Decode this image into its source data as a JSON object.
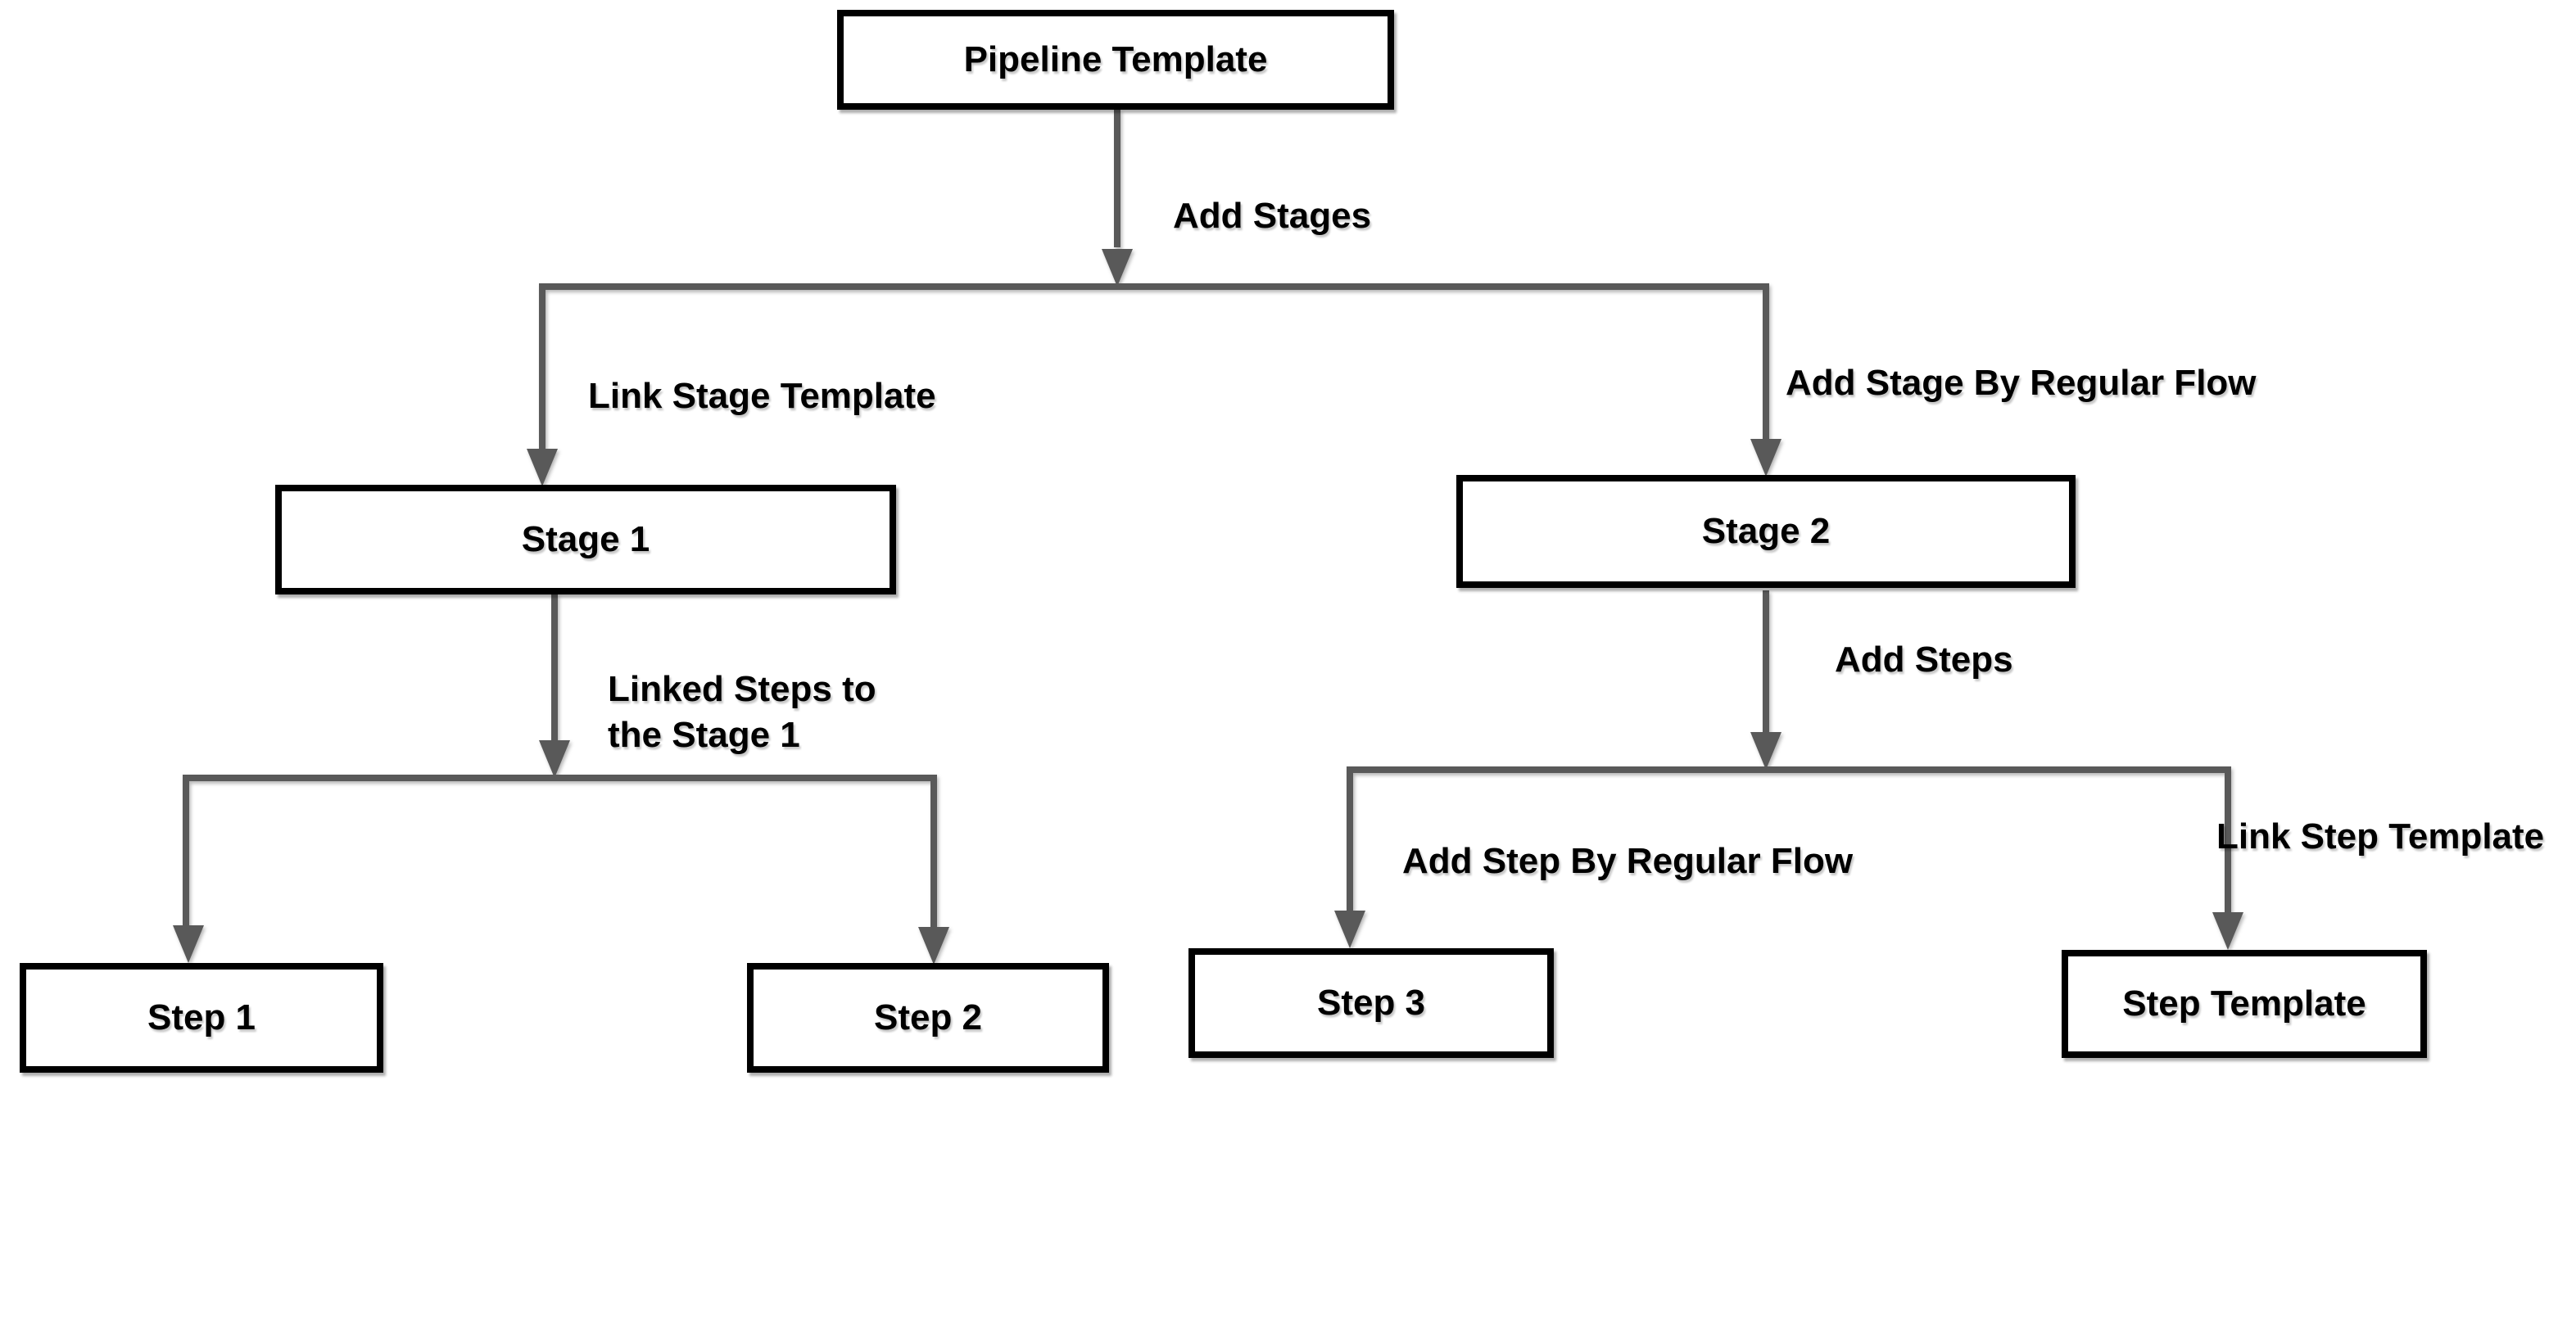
{
  "diagram": {
    "title": "Pipeline Template flow diagram",
    "colors": {
      "connector": "#595959",
      "box_border": "#000000",
      "box_fill": "#ffffff",
      "text": "#000000",
      "background": "#ffffff"
    },
    "nodes": {
      "pipeline_template": {
        "label": "Pipeline Template"
      },
      "stage1": {
        "label": "Stage 1"
      },
      "stage2": {
        "label": "Stage 2"
      },
      "step1": {
        "label": "Step 1"
      },
      "step2": {
        "label": "Step 2"
      },
      "step3": {
        "label": "Step 3"
      },
      "step_template": {
        "label": "Step Template"
      }
    },
    "edges": {
      "add_stages": {
        "label": "Add Stages"
      },
      "link_stage_template": {
        "label": "Link Stage Template"
      },
      "add_stage_by_regular_flow": {
        "label": "Add Stage By Regular Flow"
      },
      "linked_steps_to_stage1": {
        "label_line1": "Linked Steps to",
        "label_line2": "the Stage 1"
      },
      "add_steps": {
        "label": "Add Steps"
      },
      "add_step_by_regular_flow": {
        "label": "Add Step By Regular Flow"
      },
      "link_step_template": {
        "label": "Link Step Template"
      }
    }
  }
}
